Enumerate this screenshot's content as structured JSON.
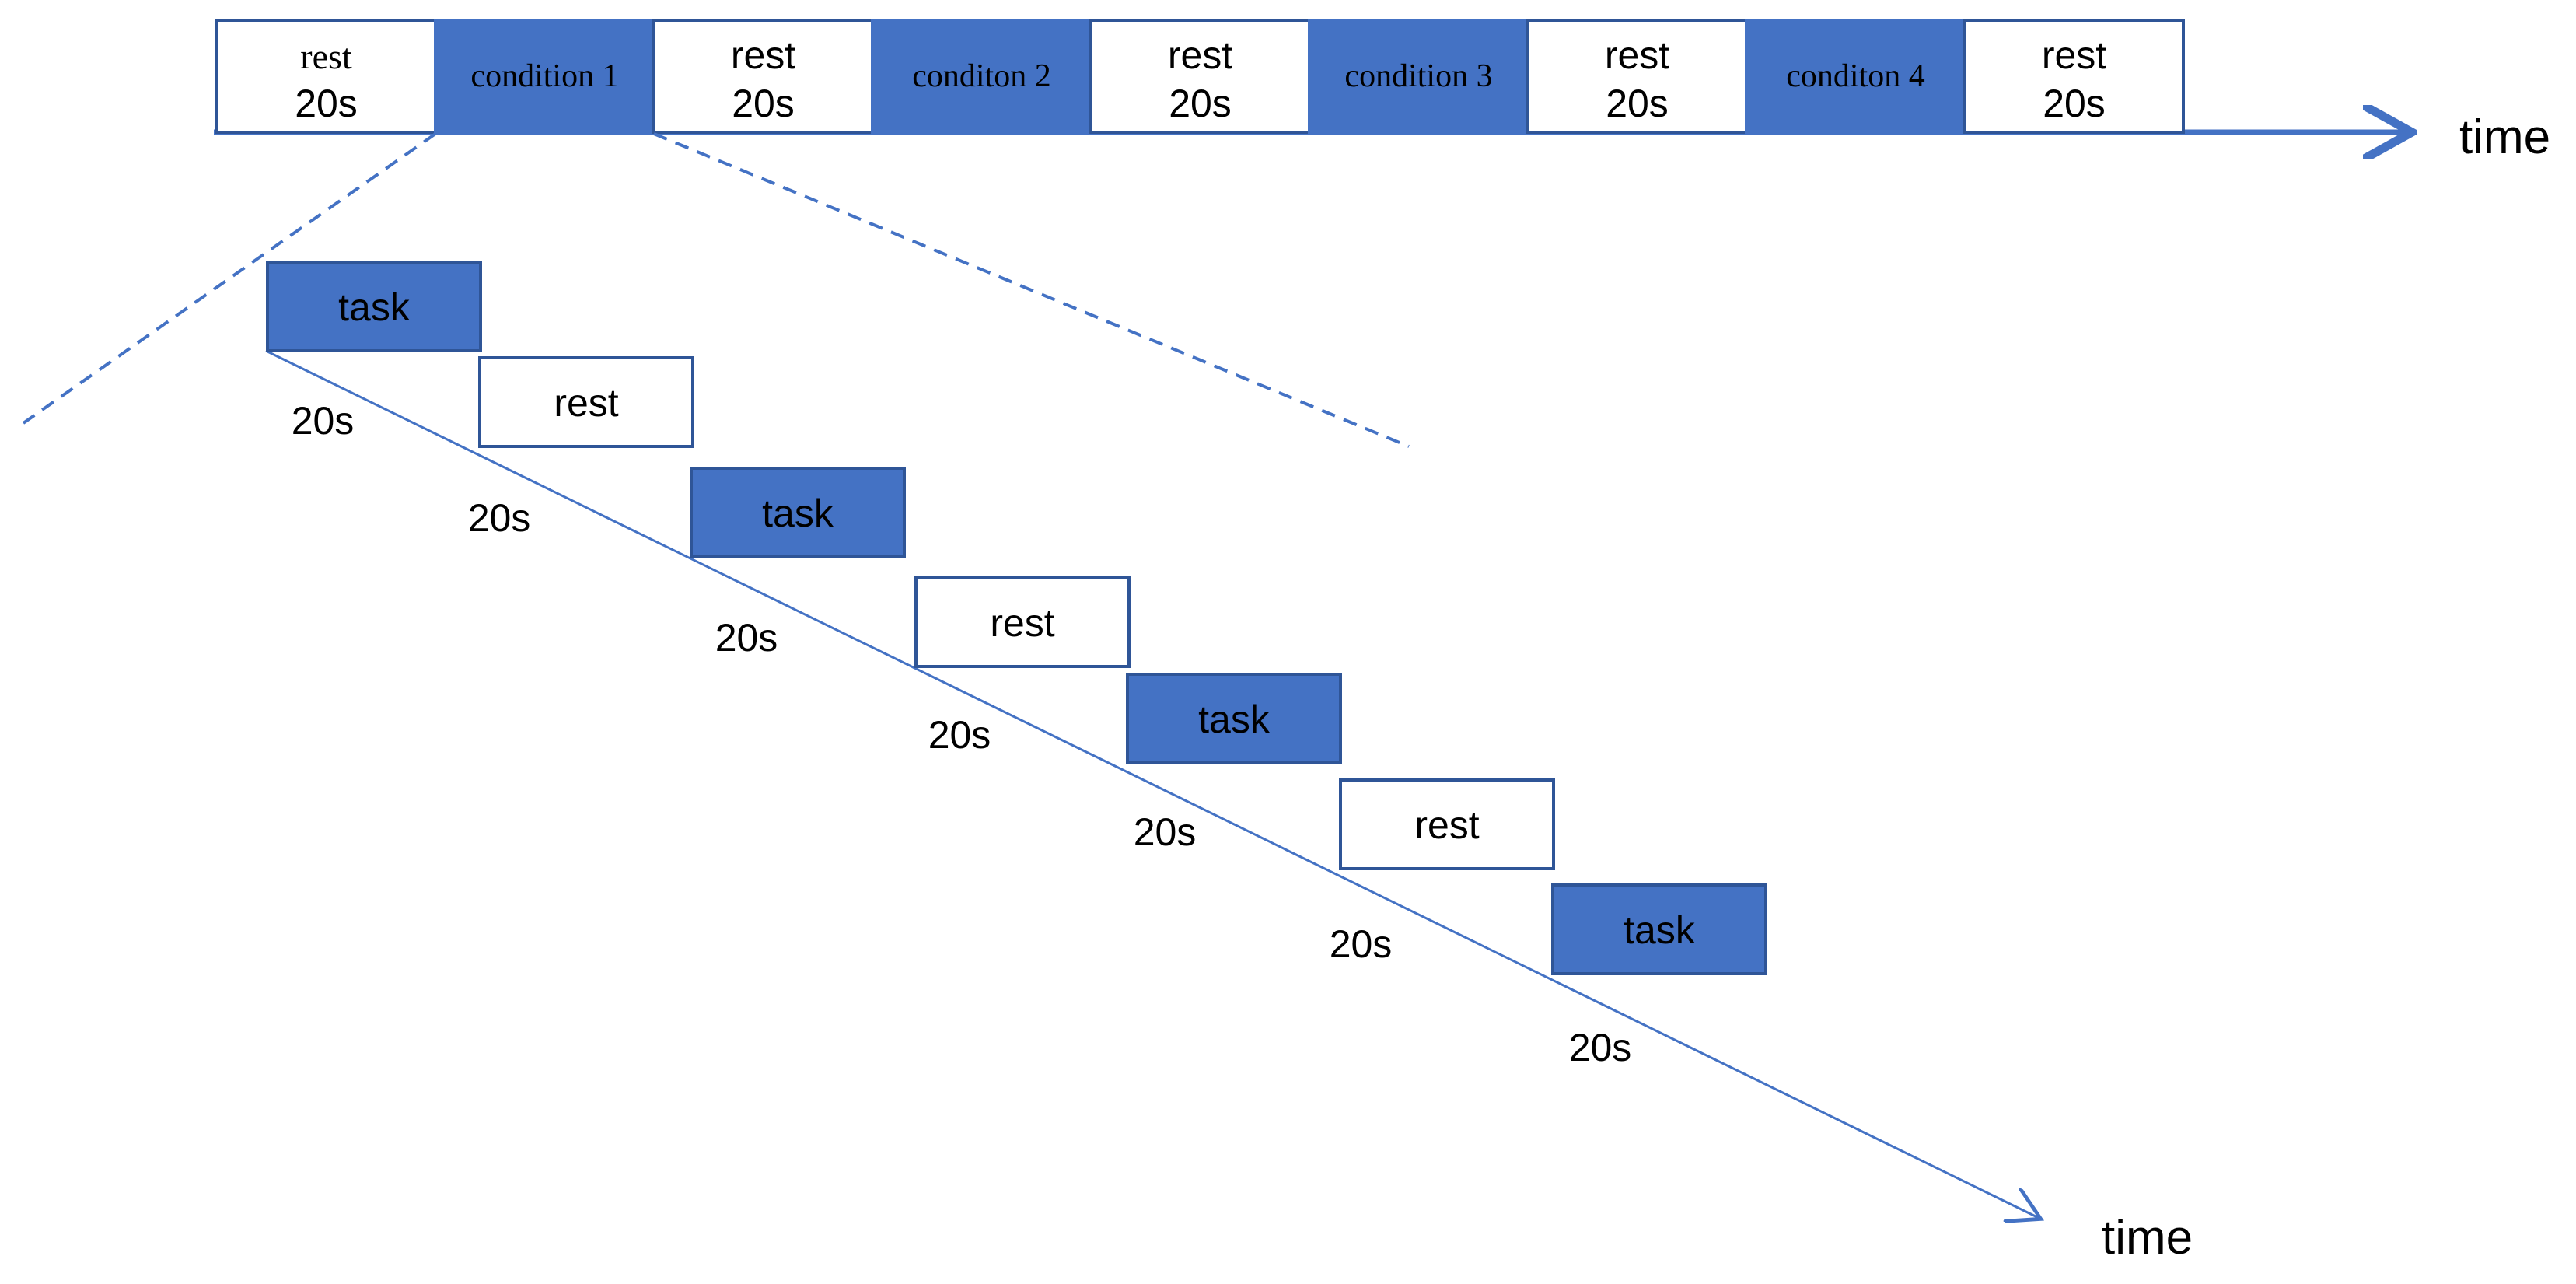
{
  "colors": {
    "accent": "#4472C4",
    "border": "#2F5597",
    "block_text": "#000000",
    "background": "#FFFFFF"
  },
  "timeline_top": {
    "axis_label": "time",
    "blocks": [
      {
        "kind": "rest",
        "label": "rest",
        "duration": "20s"
      },
      {
        "kind": "condition",
        "label": "condition 1"
      },
      {
        "kind": "rest",
        "label": "rest",
        "duration": "20s"
      },
      {
        "kind": "condition",
        "label": "conditon 2"
      },
      {
        "kind": "rest",
        "label": "rest",
        "duration": "20s"
      },
      {
        "kind": "condition",
        "label": "condition 3"
      },
      {
        "kind": "rest",
        "label": "rest",
        "duration": "20s"
      },
      {
        "kind": "condition",
        "label": "conditon 4"
      },
      {
        "kind": "rest",
        "label": "rest",
        "duration": "20s"
      }
    ]
  },
  "timeline_zoom": {
    "axis_label": "time",
    "steps": [
      {
        "kind": "task",
        "label": "task",
        "duration": "20s"
      },
      {
        "kind": "rest",
        "label": "rest",
        "duration": "20s"
      },
      {
        "kind": "task",
        "label": "task",
        "duration": "20s"
      },
      {
        "kind": "rest",
        "label": "rest",
        "duration": "20s"
      },
      {
        "kind": "task",
        "label": "task",
        "duration": "20s"
      },
      {
        "kind": "rest",
        "label": "rest",
        "duration": "20s"
      },
      {
        "kind": "task",
        "label": "task",
        "duration": "20s"
      }
    ]
  }
}
